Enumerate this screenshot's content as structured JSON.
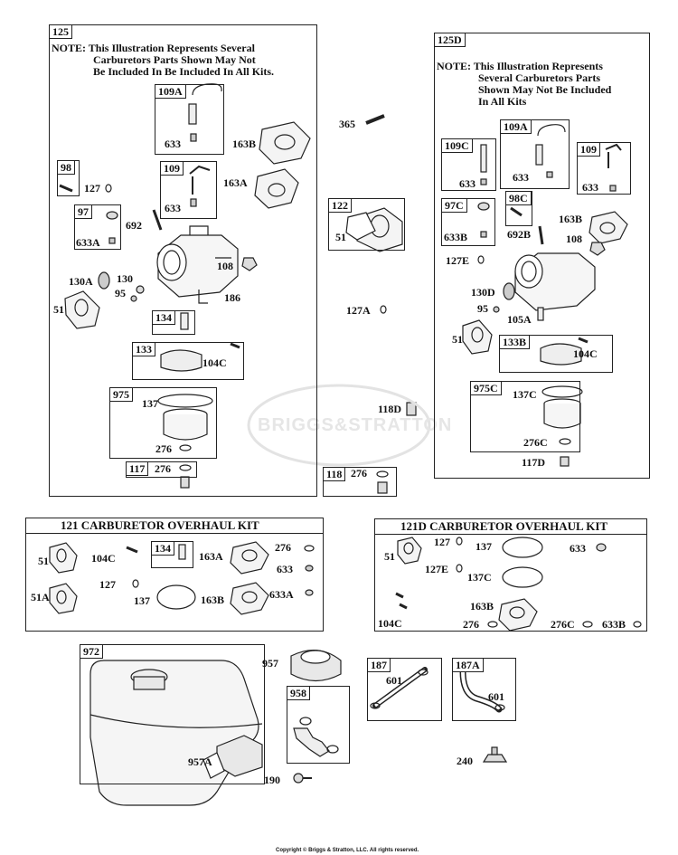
{
  "watermark": "BRIGGS&STRATTON",
  "copyright": "Copyright © Briggs & Stratton, LLC. All rights reserved.",
  "boxes": {
    "b125": "125",
    "b125D": "125D",
    "b122": "122",
    "b118": "118",
    "b972": "972",
    "b958": "958",
    "b187": "187",
    "b187A": "187A"
  },
  "note125": [
    "NOTE: This Illustration Represents Several",
    "Carburetors Parts Shown May Not",
    "Be Included In Be Included In All Kits."
  ],
  "note125D": [
    "NOTE: This Illustration Represents",
    "Several Carburetors Parts",
    "Shown May Not Be Included",
    "In All Kits"
  ],
  "kit121": "121 CARBURETOR OVERHAUL KIT",
  "kit121D": "121D CARBURETOR OVERHAUL KIT",
  "tags": {
    "t109A": "109A",
    "t98": "98",
    "t109": "109",
    "t97": "97",
    "t134": "134",
    "t133": "133",
    "t975": "975",
    "t117": "117",
    "t109A_d": "109A",
    "t109C": "109C",
    "t109_d": "109",
    "t97C": "97C",
    "t98C": "98C",
    "t133B": "133B",
    "t975C": "975C",
    "t134_k": "134"
  },
  "labels": {
    "l633a": "633",
    "l163B": "163B",
    "l127a": "127",
    "l163A": "163A",
    "l633b": "633",
    "l692": "692",
    "l633A": "633A",
    "l108": "108",
    "l130A": "130A",
    "l130": "130",
    "l95": "95",
    "l186": "186",
    "l51a": "51",
    "l104C": "104C",
    "l137": "137",
    "l276a": "276",
    "l276b": "276",
    "l365": "365",
    "l51b": "51",
    "l127A": "127A",
    "l118D": "118D",
    "l276c": "276",
    "l633c": "633",
    "l633d": "633",
    "l633e": "633",
    "l633B": "633B",
    "l692B": "692B",
    "l163B_d": "163B",
    "l108_d": "108",
    "l127E": "127E",
    "l130D": "130D",
    "l95_d": "95",
    "l105A": "105A",
    "l51d": "51",
    "l104C_d": "104C",
    "l137C": "137C",
    "l276C": "276C",
    "l117D": "117D",
    "k51": "51",
    "k104C": "104C",
    "k163A": "163A",
    "k276": "276",
    "k633": "633",
    "k51A": "51A",
    "k127": "127",
    "k137": "137",
    "k163B": "163B",
    "k633A": "633A",
    "d51": "51",
    "d127": "127",
    "d137": "137",
    "d633": "633",
    "d127E": "127E",
    "d137C": "137C",
    "d163B": "163B",
    "d104C": "104C",
    "d276": "276",
    "d276C": "276C",
    "d633B": "633B",
    "f957": "957",
    "f957A": "957A",
    "f190": "190",
    "f601a": "601",
    "f601b": "601",
    "f240": "240"
  }
}
